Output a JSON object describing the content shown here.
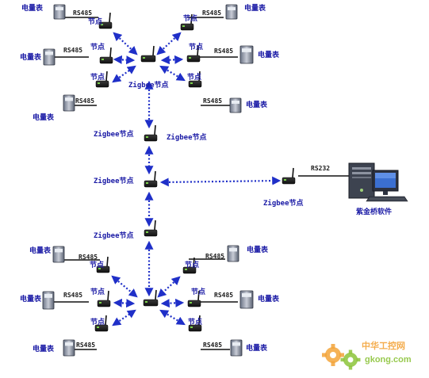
{
  "labels": {
    "meter": "电量表",
    "rs485": "RS485",
    "rs232": "RS232",
    "node": "节点",
    "zigbee_node": "Zigbee节点",
    "software": "紫金桥软件"
  },
  "watermark": {
    "cn": "中华工控网",
    "url": "gkong.com"
  },
  "colors": {
    "link": "#1f2fc8",
    "label": "#1c1ca6",
    "wire": "#111111",
    "watermark_orange": "#f3a43a",
    "watermark_green": "#8cc43a"
  }
}
